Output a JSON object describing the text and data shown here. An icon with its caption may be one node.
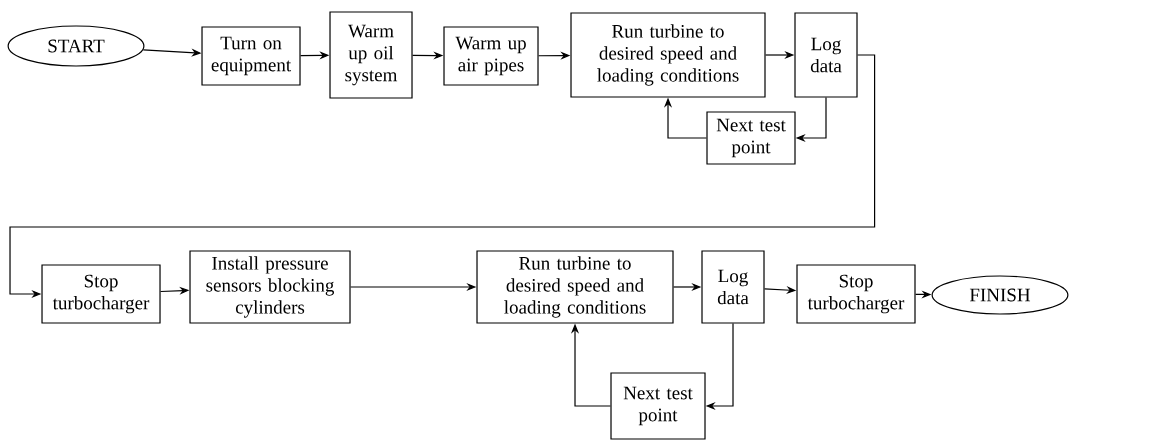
{
  "diagram": {
    "nodes": [
      {
        "text": [
          "START"
        ]
      },
      {
        "text": [
          "Turn on equipment"
        ]
      },
      {
        "text": [
          "Warm up oil system"
        ]
      },
      {
        "text": [
          "Warm up air pipes"
        ]
      },
      {
        "text": [
          "Run turbine to desired speed and loading conditions"
        ]
      },
      {
        "text": [
          "Log data"
        ]
      },
      {
        "text": [
          "Next test point"
        ]
      },
      {
        "text": [
          "Stop turbocharger"
        ]
      },
      {
        "text": [
          "Install pressure sensors blocking cylinders"
        ]
      },
      {
        "text": [
          "Run turbine to desired speed and loading conditions"
        ]
      },
      {
        "text": [
          "Log data"
        ]
      },
      {
        "text": [
          "Stop turbocharger"
        ]
      },
      {
        "text": [
          "FINISH"
        ]
      },
      {
        "text": [
          "Next test point"
        ]
      }
    ],
    "edges": [
      {
        "from": 0,
        "to": 1,
        "arrow": "to"
      },
      {
        "from": 1,
        "to": 2,
        "arrow": "to"
      },
      {
        "from": 2,
        "to": 3,
        "arrow": "to"
      },
      {
        "from": 3,
        "to": 4,
        "arrow": "to"
      },
      {
        "from": 4,
        "to": 5,
        "arrow": "to"
      },
      {
        "from": 5,
        "to": 6,
        "arrow": "to"
      },
      {
        "from": 6,
        "to": 4,
        "arrow": "to"
      },
      {
        "from": 5,
        "to": 7,
        "arrow": "to"
      },
      {
        "from": 7,
        "to": 8,
        "arrow": "to"
      },
      {
        "from": 8,
        "to": 9,
        "arrow": "to"
      },
      {
        "from": 9,
        "to": 10,
        "arrow": "to"
      },
      {
        "from": 10,
        "to": 13,
        "arrow": "to"
      },
      {
        "from": 13,
        "to": 9,
        "arrow": "to"
      },
      {
        "from": 10,
        "to": 11,
        "arrow": "to"
      },
      {
        "from": 11,
        "to": 12,
        "arrow": "to"
      }
    ]
  }
}
